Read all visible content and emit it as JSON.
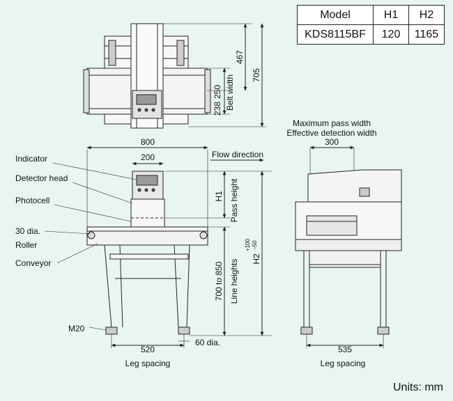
{
  "table": {
    "headers": [
      "Model",
      "H1",
      "H2"
    ],
    "rows": [
      [
        "KDS8115BF",
        "120",
        "1165"
      ]
    ]
  },
  "top_view": {
    "dim_467": "467",
    "dim_705": "705",
    "dim_250": "250",
    "dim_238": "238",
    "belt_width": "Belt width"
  },
  "side_view": {
    "dim_800": "800",
    "dim_200": "200",
    "flow_direction": "Flow direction",
    "indicator": "Indicator",
    "detector_head": "Detector head",
    "photocell": "Photocell",
    "roller_dia": "30 dia.",
    "roller": "Roller",
    "conveyor": "Conveyor",
    "m20": "M20",
    "dim_520": "520",
    "leg_dia": "60 dia.",
    "leg_spacing": "Leg spacing",
    "h1": "H1",
    "pass_height": "Pass height",
    "range_700_850": "700 to 850",
    "line_heights": "Line heights",
    "h2": "H2",
    "h2_tol_plus": "+100",
    "h2_tol_minus": "–50"
  },
  "end_view": {
    "max_pass_width": "Maximum pass width",
    "effective_width": "Effective detection width",
    "dim_300": "300",
    "dim_535": "535",
    "leg_spacing": "Leg spacing"
  },
  "units": "Units: mm",
  "colors": {
    "background": "#e9f5ef",
    "line": "#222222"
  }
}
